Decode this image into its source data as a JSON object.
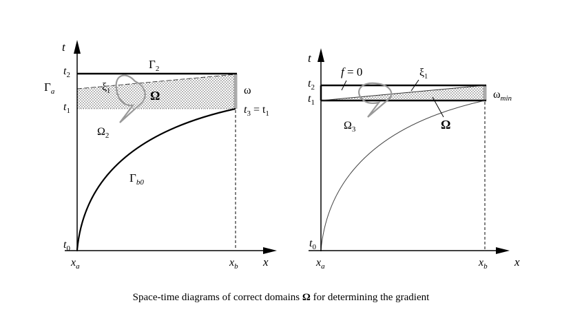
{
  "caption": {
    "text_before": "Space-time diagrams of correct domains ",
    "omega": "Ω",
    "text_after": " for determining the gradient"
  },
  "left_diagram": {
    "t_axis": "t",
    "x_axis": "x",
    "t2": "t",
    "t2_sub": "2",
    "t1": "t",
    "t1_sub": "1",
    "t0": "t",
    "t0_sub": "0",
    "xa": "x",
    "xa_sub": "a",
    "xb": "x",
    "xb_sub": "b",
    "gamma2": "Γ",
    "gamma2_sub": "2",
    "gamma_a": "Γ",
    "gamma_a_sub": "a",
    "xi1": "ξ",
    "xi1_sub": "1",
    "omega_domain": "Ω",
    "omega_small": "ω",
    "t3_eq": "t",
    "t3_sub": "3",
    "t3_rhs": " = t",
    "t3_rhs_sub": "1",
    "omega2": "Ω",
    "omega2_sub": "2",
    "gamma_b0": "Γ",
    "gamma_b0_sub": "b0"
  },
  "right_diagram": {
    "t_axis": "t",
    "x_axis": "x",
    "t2": "t",
    "t2_sub": "2",
    "t1": "t",
    "t1_sub": "1",
    "t0": "t",
    "t0_sub": "0",
    "xa": "x",
    "xa_sub": "a",
    "xb": "x",
    "xb_sub": "b",
    "f_eq": "f",
    "f_rhs": " = 0",
    "xi1": "ξ",
    "xi1_sub": "1",
    "omega_min": "ω",
    "omega_min_sub": "min",
    "omega3": "Ω",
    "omega3_sub": "3",
    "omega_domain": "Ω"
  }
}
